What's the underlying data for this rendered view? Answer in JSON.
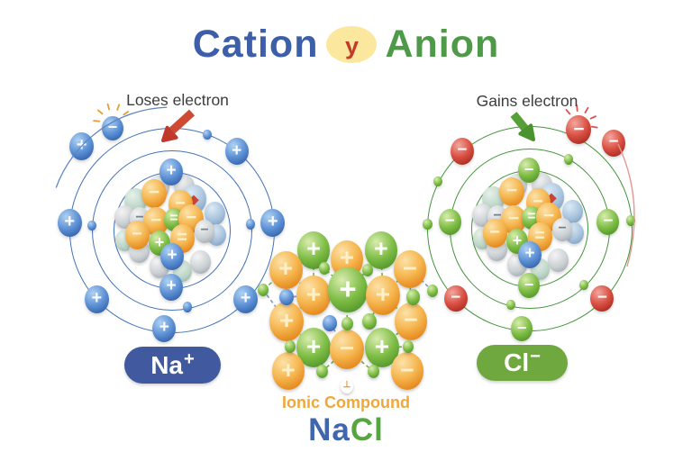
{
  "title": {
    "word1": "Cation",
    "conjunction": "y",
    "word2": "Anion",
    "word1_color": "#3d5fa9",
    "word2_color": "#4f9a48",
    "conjunction_color": "#c23b2a",
    "ellipse_color": "#fbe89e"
  },
  "atoms": [
    {
      "name": "cation-atom",
      "label": "Loses electron",
      "orbit_color": "#4273b8",
      "orbit_radii": [
        64,
        88,
        113
      ],
      "dot_color": "blue",
      "burst_color": "#dfa13e",
      "badge": {
        "symbol": "Na",
        "charge": "+",
        "color": "#41599f"
      },
      "electrons": [
        {
          "r": 64,
          "a": -90,
          "d": 26,
          "sign": "+",
          "color": "blue"
        },
        {
          "r": 64,
          "a": 90,
          "d": 26,
          "sign": "+",
          "color": "blue"
        },
        {
          "r": 113,
          "a": -50,
          "d": 26,
          "sign": "+",
          "color": "blue"
        },
        {
          "r": 113,
          "a": 184,
          "d": 27,
          "sign": "+",
          "color": "blue"
        },
        {
          "r": 113,
          "a": -4,
          "d": 27,
          "sign": "+",
          "color": "blue"
        },
        {
          "r": 113,
          "a": 137,
          "d": 27,
          "sign": "+",
          "color": "blue"
        },
        {
          "r": 113,
          "a": 43,
          "d": 27,
          "sign": "+",
          "color": "blue"
        },
        {
          "r": 110,
          "a": 94,
          "d": 26,
          "sign": "+",
          "color": "blue"
        },
        {
          "r": 136,
          "a": 223,
          "d": 27,
          "sign": "+",
          "color": "blue"
        },
        {
          "r": 130,
          "a": 240,
          "d": 24,
          "sign": "−",
          "color": "blue",
          "burst": true,
          "burst_rot": -15
        },
        {
          "r": 113,
          "a": -69,
          "k": "dot",
          "d": 10
        },
        {
          "r": 88,
          "a": 183,
          "k": "dot",
          "d": 10
        },
        {
          "r": 88,
          "a": -4,
          "k": "dot",
          "d": 10
        },
        {
          "r": 88,
          "a": 78,
          "k": "dot",
          "d": 10
        }
      ]
    },
    {
      "name": "anion-atom",
      "label": "Gains electron",
      "orbit_color": "#44953b",
      "orbit_radii": [
        64,
        88,
        113
      ],
      "dot_color": "green",
      "burst_color": "#d9534f",
      "badge": {
        "symbol": "Cl",
        "charge": "−",
        "color": "#6fa83f"
      },
      "electrons": [
        {
          "r": 64,
          "a": -90,
          "d": 24,
          "sign": "−",
          "color": "green"
        },
        {
          "r": 64,
          "a": 90,
          "d": 24,
          "sign": "−",
          "color": "green"
        },
        {
          "r": 112,
          "a": 94,
          "d": 24,
          "sign": "−",
          "color": "green"
        },
        {
          "r": 88,
          "a": 184,
          "d": 25,
          "sign": "−",
          "color": "green"
        },
        {
          "r": 88,
          "a": -4,
          "d": 25,
          "sign": "−",
          "color": "green"
        },
        {
          "r": 113,
          "a": 229,
          "d": 26,
          "sign": "−",
          "color": "red"
        },
        {
          "r": 113,
          "a": 136,
          "d": 26,
          "sign": "−",
          "color": "red"
        },
        {
          "r": 113,
          "a": 44,
          "d": 26,
          "sign": "−",
          "color": "red"
        },
        {
          "r": 122,
          "a": -63,
          "d": 28,
          "sign": "−",
          "color": "red",
          "burst": true,
          "burst_rot": 30
        },
        {
          "r": 133,
          "a": -45,
          "d": 26,
          "sign": "−",
          "color": "red"
        },
        {
          "r": 88,
          "a": -60,
          "k": "dot",
          "d": 10
        },
        {
          "r": 113,
          "a": 182,
          "k": "dot",
          "d": 11
        },
        {
          "r": 113,
          "a": 207,
          "k": "dot",
          "d": 10
        },
        {
          "r": 88,
          "a": 46,
          "k": "dot",
          "d": 10
        },
        {
          "r": 88,
          "a": 103,
          "k": "dot",
          "d": 10
        },
        {
          "r": 113,
          "a": -4,
          "k": "dot",
          "d": 10
        }
      ]
    }
  ],
  "nucleus": {
    "spheres": [
      [
        -40,
        -32,
        25,
        "teal",
        ""
      ],
      [
        -14,
        -47,
        23,
        "gray",
        ""
      ],
      [
        14,
        -48,
        23,
        "gray",
        ""
      ],
      [
        -52,
        -14,
        23,
        "gray",
        ""
      ],
      [
        25,
        -34,
        27,
        "steel",
        "◆"
      ],
      [
        48,
        -18,
        23,
        "steel",
        ""
      ],
      [
        -52,
        12,
        21,
        "teal",
        ""
      ],
      [
        -36,
        24,
        23,
        "gray",
        ""
      ],
      [
        -13,
        41,
        22,
        "gray",
        ""
      ],
      [
        32,
        36,
        23,
        "gray",
        ""
      ],
      [
        50,
        6,
        21,
        "steel",
        ""
      ],
      [
        12,
        46,
        21,
        "teal",
        ""
      ],
      [
        -19,
        -40,
        28,
        "orange",
        "−"
      ],
      [
        10,
        -28,
        27,
        "orange",
        "−"
      ],
      [
        -35,
        -12,
        22,
        "gray",
        "−"
      ],
      [
        -17,
        -9,
        28,
        "orange",
        "−"
      ],
      [
        3,
        -11,
        22,
        "green",
        "="
      ],
      [
        22,
        -12,
        28,
        "orange",
        "−"
      ],
      [
        -38,
        6,
        27,
        "orange",
        "−"
      ],
      [
        37,
        2,
        22,
        "gray",
        "−"
      ],
      [
        12,
        10,
        27,
        "orange",
        "="
      ],
      [
        -13,
        15,
        24,
        "green",
        "+"
      ],
      [
        1,
        30,
        26,
        "blue",
        "+"
      ]
    ]
  },
  "lattice": {
    "nodes": [
      [
        31.9,
        10.2,
        36,
        "green",
        "+"
      ],
      [
        50,
        15.9,
        36,
        "orange",
        "+"
      ],
      [
        68.6,
        10.2,
        36,
        "green",
        "+"
      ],
      [
        16.7,
        22.7,
        37,
        "orange",
        "+"
      ],
      [
        84.3,
        22.2,
        36,
        "orange",
        "−"
      ],
      [
        31.9,
        38.6,
        38,
        "orange",
        "+"
      ],
      [
        50.5,
        35.2,
        44,
        "green",
        "+"
      ],
      [
        69.6,
        38.6,
        38,
        "orange",
        "+"
      ],
      [
        17.2,
        55.1,
        38,
        "orange",
        "+"
      ],
      [
        84.8,
        55.1,
        36,
        "orange",
        "−"
      ],
      [
        31.9,
        71.6,
        38,
        "green",
        "+"
      ],
      [
        50,
        72.7,
        38,
        "orange",
        "−"
      ],
      [
        69.1,
        71.6,
        38,
        "green",
        "+"
      ],
      [
        18.1,
        86.4,
        36,
        "orange",
        "+"
      ],
      [
        82.8,
        86.4,
        36,
        "orange",
        "−"
      ],
      [
        37.7,
        21.6,
        12,
        "green",
        ""
      ],
      [
        61.3,
        22.7,
        12,
        "green",
        ""
      ],
      [
        4.4,
        35.2,
        12,
        "green",
        ""
      ],
      [
        96.6,
        35.8,
        12,
        "green",
        ""
      ],
      [
        50,
        56.8,
        13,
        "green",
        ""
      ],
      [
        62.3,
        55.1,
        16,
        "green",
        ""
      ],
      [
        85.8,
        39.8,
        15,
        "green",
        ""
      ],
      [
        19.1,
        71,
        12,
        "green",
        ""
      ],
      [
        83.3,
        71,
        12,
        "green",
        ""
      ],
      [
        36.3,
        86.9,
        13,
        "green",
        ""
      ],
      [
        64.7,
        86.9,
        13,
        "green",
        ""
      ],
      [
        17.2,
        39.8,
        16,
        "blue",
        ""
      ],
      [
        40.7,
        56.3,
        16,
        "blue",
        ""
      ],
      [
        50,
        96,
        14,
        "plain",
        "⊥"
      ]
    ],
    "bonds": [
      [
        3,
        0,
        "r"
      ],
      [
        0,
        1,
        "r"
      ],
      [
        1,
        2,
        "r"
      ],
      [
        2,
        4,
        "g"
      ],
      [
        3,
        5,
        "g"
      ],
      [
        5,
        6,
        "g"
      ],
      [
        6,
        7,
        "g"
      ],
      [
        7,
        4,
        "g"
      ],
      [
        5,
        0,
        "g"
      ],
      [
        6,
        1,
        "r"
      ],
      [
        7,
        2,
        "g"
      ],
      [
        3,
        17,
        "g"
      ],
      [
        17,
        8,
        "b"
      ],
      [
        8,
        5,
        "g"
      ],
      [
        8,
        10,
        "g"
      ],
      [
        10,
        11,
        "g"
      ],
      [
        11,
        12,
        "g"
      ],
      [
        12,
        9,
        "g"
      ],
      [
        9,
        7,
        "g"
      ],
      [
        4,
        9,
        "g"
      ],
      [
        6,
        19,
        "g"
      ],
      [
        19,
        11,
        "g"
      ],
      [
        6,
        15,
        "g"
      ],
      [
        6,
        16,
        "g"
      ],
      [
        13,
        8,
        "g"
      ],
      [
        13,
        10,
        "g"
      ],
      [
        14,
        12,
        "g"
      ],
      [
        14,
        9,
        "g"
      ],
      [
        10,
        24,
        "g"
      ],
      [
        24,
        11,
        "g"
      ],
      [
        11,
        25,
        "g"
      ],
      [
        25,
        12,
        "g"
      ],
      [
        26,
        5,
        "b"
      ],
      [
        27,
        11,
        "b"
      ],
      [
        20,
        7,
        "g"
      ],
      [
        21,
        9,
        "g"
      ],
      [
        22,
        10,
        "g"
      ],
      [
        23,
        12,
        "g"
      ],
      [
        18,
        4,
        "b"
      ]
    ],
    "bond_colors": {
      "g": "#6fae4c",
      "r": "#c75540",
      "b": "#8096cc"
    }
  },
  "compound": {
    "label": "Ionic Compound",
    "label_color": "#f0a73c",
    "formula": [
      {
        "text": "Na",
        "color": "#4066ad"
      },
      {
        "text": "Cl",
        "color": "#55a63f"
      }
    ]
  }
}
